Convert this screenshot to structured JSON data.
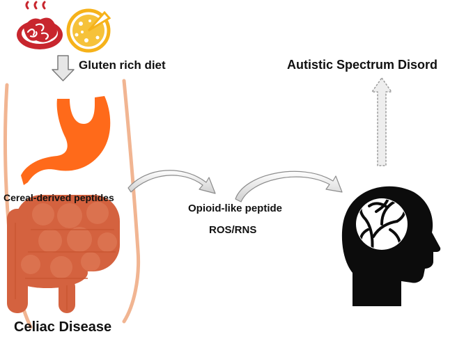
{
  "labels": {
    "gluten_diet": "Gluten rich diet",
    "autism": "Autistic Spectrum Disord",
    "cereal_peptides": "Cereal-derived peptides",
    "opioid": "Opioid-like peptide",
    "ros": "ROS/RNS",
    "celiac": "Celiac Disease"
  },
  "icons": {
    "food_left": "pasta-plate-icon",
    "food_right": "pizza-icon",
    "diet_arrow": "down-arrow-icon",
    "gut": "digestive-system-icon",
    "brain": "head-brain-icon",
    "asd_arrow": "up-arrow-icon"
  },
  "colors": {
    "food_red": "#c8262e",
    "pizza_yellow": "#f6b21a",
    "stomach_orange": "#ff6a1a",
    "intestine_brown": "#d4623f",
    "body_outline": "#f1b592",
    "arrow_gray": "#e0e0e0",
    "head_black": "#0c0c0c"
  }
}
